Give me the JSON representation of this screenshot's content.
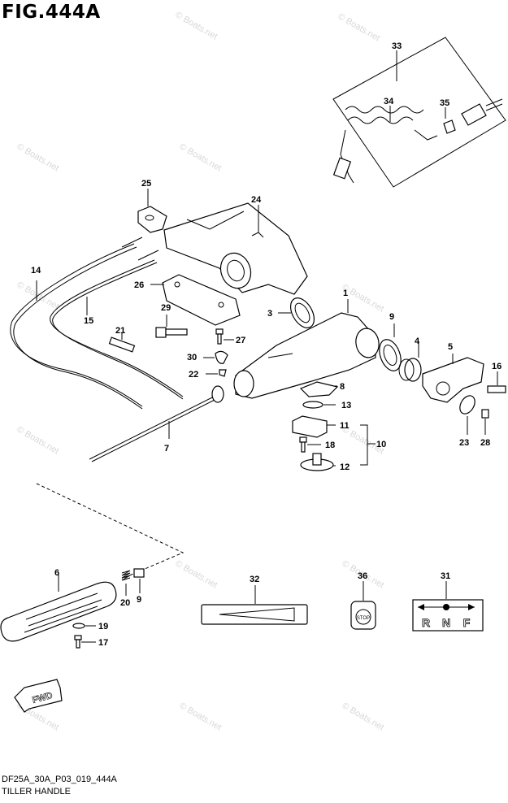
{
  "figure": {
    "title": "FIG.444A",
    "code": "DF25A_30A_P03_019_444A",
    "caption": "TILLER HANDLE"
  },
  "watermark": "© Boats.net",
  "callouts": {
    "p1": "1",
    "p3": "3",
    "p4": "4",
    "p5": "5",
    "p6": "6",
    "p7": "7",
    "p8": "8",
    "p9": "9",
    "p10": "10",
    "p11": "11",
    "p12": "12",
    "p13": "13",
    "p14": "14",
    "p15": "15",
    "p16": "16",
    "p17": "17",
    "p18": "18",
    "p19": "19",
    "p20": "20",
    "p21": "21",
    "p22": "22",
    "p23": "23",
    "p24": "24",
    "p25": "25",
    "p26": "26",
    "p27": "27",
    "p28": "28",
    "p29": "29",
    "p30": "30",
    "p31": "31",
    "p32": "32",
    "p33": "33",
    "p34": "34",
    "p35": "35",
    "p36": "36"
  },
  "arrow_label": "FWD",
  "stop_button_label": "STOP",
  "shift_label": {
    "r": "R",
    "n": "N",
    "f": "F"
  }
}
